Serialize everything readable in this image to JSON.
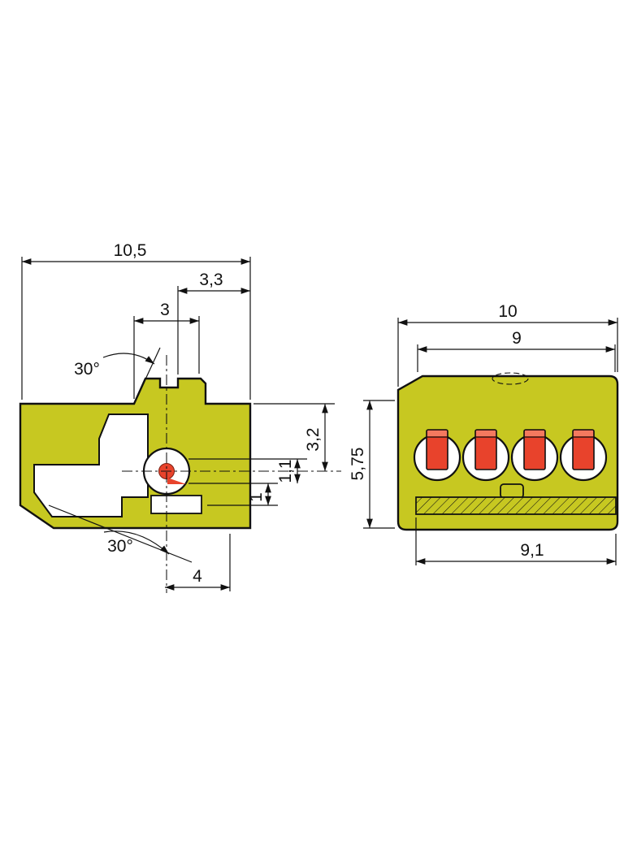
{
  "drawing": {
    "background": "#ffffff",
    "colors": {
      "body": "#c7c821",
      "accent_red": "#e8432c",
      "accent_red_light": "#f4795f",
      "line": "#111111",
      "cavity": "#ffffff"
    },
    "side_view": {
      "dims": {
        "total_width": "10,5",
        "slot_to_edge": "3,3",
        "tab_width": "3",
        "top_angle": "30°",
        "top_to_center": "3,2",
        "entry_diameter": "1,1",
        "lower_offset": "1",
        "bottom_angle": "30°",
        "bottom_width": "4"
      }
    },
    "front_view": {
      "port_count": "4",
      "dims": {
        "total_width": "10",
        "inner_width": "9",
        "height": "5,75",
        "bottom_width": "9,1"
      }
    }
  }
}
